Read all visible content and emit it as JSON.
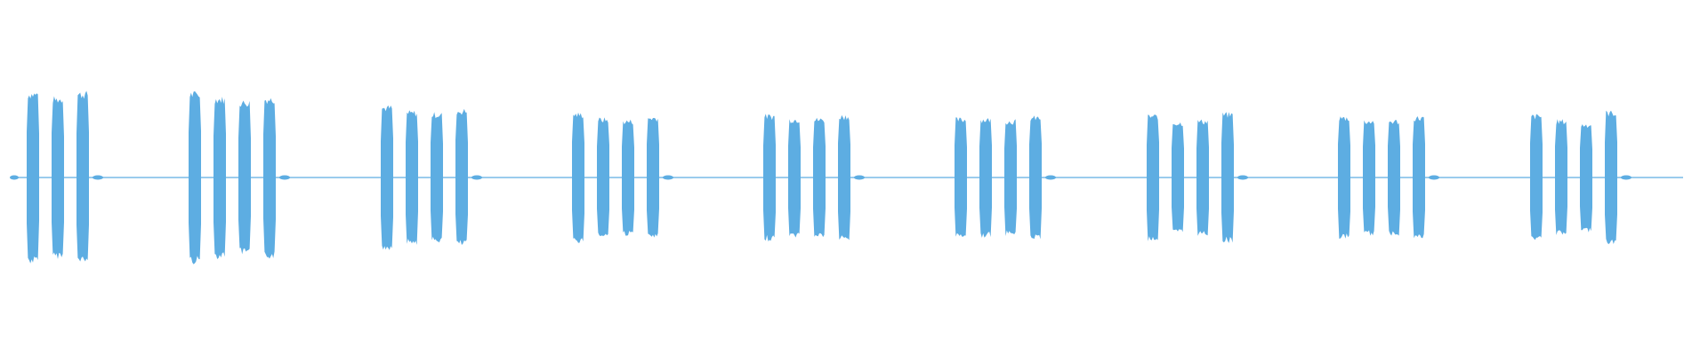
{
  "waveform": {
    "color": "#5dade2",
    "centerline_color": "#5dade2",
    "groups": [
      {
        "bursts": [
          0.98,
          0.92,
          0.98
        ]
      },
      {
        "bursts": [
          0.98,
          0.92,
          0.88,
          0.92
        ]
      },
      {
        "bursts": [
          0.82,
          0.76,
          0.74,
          0.78
        ]
      },
      {
        "bursts": [
          0.74,
          0.68,
          0.66,
          0.7
        ]
      },
      {
        "bursts": [
          0.72,
          0.68,
          0.68,
          0.72
        ]
      },
      {
        "bursts": [
          0.68,
          0.68,
          0.66,
          0.7
        ]
      },
      {
        "bursts": [
          0.72,
          0.64,
          0.66,
          0.74
        ]
      },
      {
        "bursts": [
          0.7,
          0.66,
          0.66,
          0.7
        ]
      },
      {
        "bursts": [
          0.72,
          0.66,
          0.62,
          0.76
        ]
      }
    ]
  }
}
